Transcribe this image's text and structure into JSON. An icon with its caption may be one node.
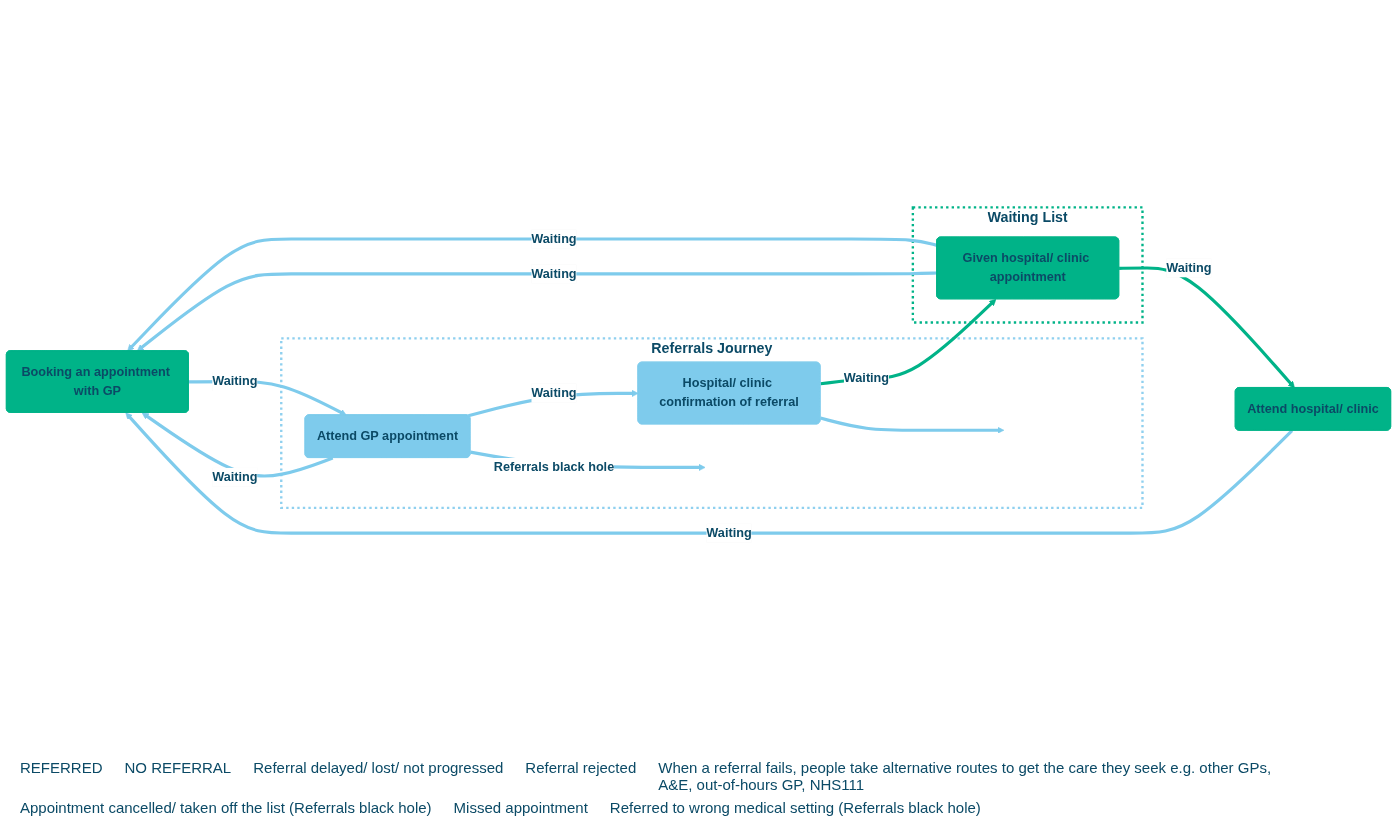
{
  "diagram": {
    "nodes": [
      {
        "text": [
          "Booking an appointment with GP"
        ]
      },
      {
        "text": [
          "Referrals Journey"
        ]
      },
      {
        "text": [
          "Attend GP appointment"
        ],
        "in": 1
      },
      {
        "text": [
          "Hospital/ clinic confirmation of referral"
        ],
        "in": 1
      },
      {
        "text": [
          "Waiting List"
        ]
      },
      {
        "text": [
          "Given hospital/ clinic appointment"
        ],
        "in": 4
      },
      {
        "text": [
          "Attend hospital/ clinic"
        ]
      }
    ],
    "edges": [
      {
        "from": 0,
        "to": 2,
        "arrow": "to",
        "label": "Waiting"
      },
      {
        "from": 2,
        "to": 3,
        "arrow": "to",
        "label": "Waiting"
      },
      {
        "from": 2,
        "to": 0,
        "arrow": "to",
        "label": "Waiting"
      },
      {
        "from": 2,
        "to": null,
        "arrow": "to",
        "label": "Referrals black hole"
      },
      {
        "from": 3,
        "to": null,
        "arrow": "to"
      },
      {
        "from": 3,
        "to": 5,
        "arrow": "to",
        "label": "Waiting",
        "color": "#00b388"
      },
      {
        "from": 5,
        "to": 0,
        "arrow": "to",
        "label": "Waiting"
      },
      {
        "from": 5,
        "to": 0,
        "arrow": "to",
        "label": "Waiting"
      },
      {
        "from": 5,
        "to": 6,
        "arrow": "to",
        "label": "Waiting",
        "color": "#00b388"
      },
      {
        "from": 6,
        "to": 0,
        "arrow": "to",
        "label": "Waiting"
      }
    ],
    "labels": [
      "REFERRED",
      "NO REFERRAL",
      "Referral delayed/ lost/ not progressed",
      "Referral rejected",
      "When a referral fails, people take alternative routes to get the care they seek e.g. other GPs, A&E, out-of-hours GP, NHS111",
      "Appointment cancelled/ taken off the list (Referrals black hole)",
      "Missed appointment",
      "Referred to wrong medical setting (Referrals black hole)"
    ]
  }
}
